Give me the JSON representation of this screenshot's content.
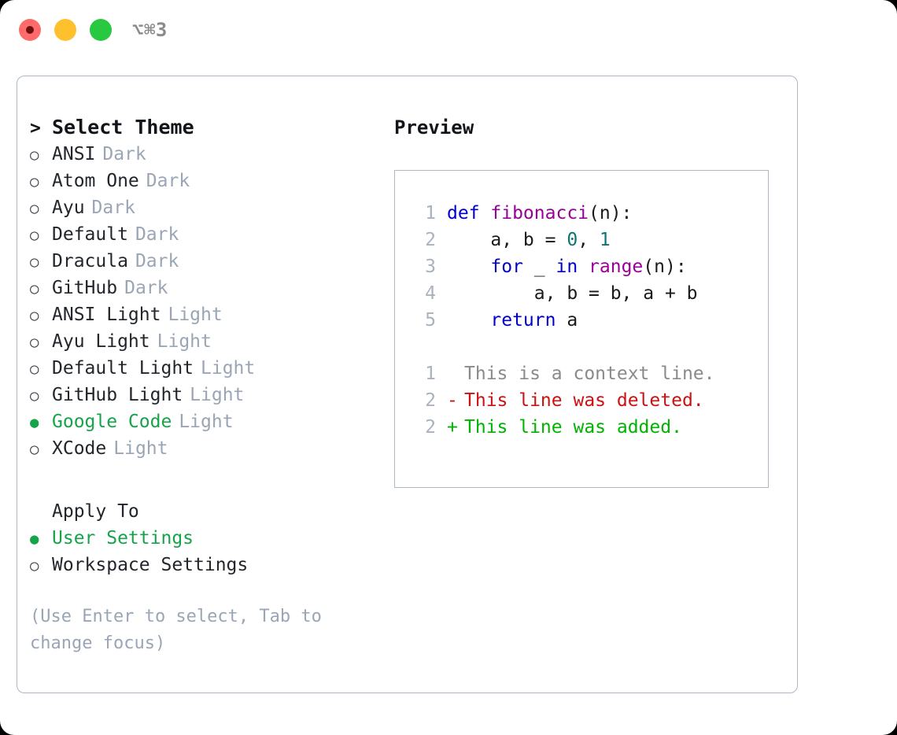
{
  "titlebar": {
    "shortcut": "⌥⌘3",
    "buttons": [
      {
        "name": "close",
        "color": "#ff6b6b"
      },
      {
        "name": "minimize",
        "color": "#ffc02e"
      },
      {
        "name": "maximize",
        "color": "#28c840"
      }
    ]
  },
  "theme_picker": {
    "prompt_marker": ">",
    "title": "Select Theme",
    "bullet_selected": "●",
    "bullet_unselected": "○",
    "items": [
      {
        "label": "ANSI",
        "suffix": "Dark",
        "selected": false
      },
      {
        "label": "Atom One",
        "suffix": "Dark",
        "selected": false
      },
      {
        "label": "Ayu",
        "suffix": "Dark",
        "selected": false
      },
      {
        "label": "Default",
        "suffix": "Dark",
        "selected": false
      },
      {
        "label": "Dracula",
        "suffix": "Dark",
        "selected": false
      },
      {
        "label": "GitHub",
        "suffix": "Dark",
        "selected": false
      },
      {
        "label": "ANSI Light",
        "suffix": "Light",
        "selected": false
      },
      {
        "label": "Ayu Light",
        "suffix": "Light",
        "selected": false
      },
      {
        "label": "Default Light",
        "suffix": "Light",
        "selected": false
      },
      {
        "label": "GitHub Light",
        "suffix": "Light",
        "selected": false
      },
      {
        "label": "Google Code",
        "suffix": "Light",
        "selected": true
      },
      {
        "label": "XCode",
        "suffix": "Light",
        "selected": false
      }
    ]
  },
  "apply_to": {
    "title": "Apply To",
    "items": [
      {
        "label": "User Settings",
        "selected": true
      },
      {
        "label": "Workspace Settings",
        "selected": false
      }
    ]
  },
  "hint": "(Use Enter to select, Tab to change focus)",
  "preview": {
    "title": "Preview",
    "code_lines": [
      {
        "number": "1",
        "tokens": [
          {
            "text": "def ",
            "type": "kw"
          },
          {
            "text": "fibonacci",
            "type": "fn"
          },
          {
            "text": "(n):",
            "type": "pl"
          }
        ]
      },
      {
        "number": "2",
        "tokens": [
          {
            "text": "    a, b = ",
            "type": "pl"
          },
          {
            "text": "0",
            "type": "num"
          },
          {
            "text": ", ",
            "type": "pl"
          },
          {
            "text": "1",
            "type": "num"
          }
        ]
      },
      {
        "number": "3",
        "tokens": [
          {
            "text": "    ",
            "type": "pl"
          },
          {
            "text": "for",
            "type": "kw"
          },
          {
            "text": " _ ",
            "type": "pl"
          },
          {
            "text": "in",
            "type": "kw"
          },
          {
            "text": " ",
            "type": "pl"
          },
          {
            "text": "range",
            "type": "fn"
          },
          {
            "text": "(n):",
            "type": "pl"
          }
        ]
      },
      {
        "number": "4",
        "tokens": [
          {
            "text": "        a, b = b, a + b",
            "type": "pl"
          }
        ]
      },
      {
        "number": "5",
        "tokens": [
          {
            "text": "    ",
            "type": "pl"
          },
          {
            "text": "return",
            "type": "kw"
          },
          {
            "text": " a",
            "type": "pl"
          }
        ]
      }
    ],
    "diff_lines": [
      {
        "number": "1",
        "marker": " ",
        "text": "This is a context line.",
        "kind": "ctx"
      },
      {
        "number": "2",
        "marker": "-",
        "text": "This line was deleted.",
        "kind": "del"
      },
      {
        "number": "2",
        "marker": "+",
        "text": "This line was added.",
        "kind": "add"
      }
    ]
  },
  "colors": {
    "accent_green": "#16a34a",
    "muted": "#9aa5b5",
    "border": "#aeb7c4",
    "keyword": "#0000cc",
    "function": "#990099",
    "number": "#0d7373",
    "diff_added": "#00b300",
    "diff_deleted": "#cc1111",
    "diff_context": "#8a8a8a"
  }
}
